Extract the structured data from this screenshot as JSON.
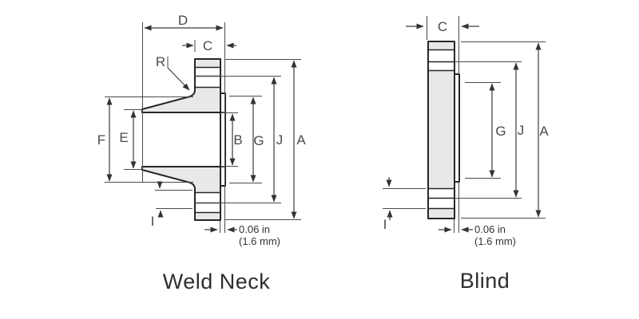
{
  "weld_neck": {
    "title": "Weld Neck",
    "dim_d": "D",
    "dim_c": "C",
    "dim_r": "R",
    "dim_f": "F",
    "dim_e": "E",
    "dim_b": "B",
    "dim_g": "G",
    "dim_j": "J",
    "dim_a": "A",
    "dim_i": "I",
    "rf_note_line1": "0.06 in",
    "rf_note_line2": "(1.6 mm)"
  },
  "blind": {
    "title": "Blind",
    "dim_c": "C",
    "dim_g": "G",
    "dim_j": "J",
    "dim_a": "A",
    "dim_i": "I",
    "rf_note_line1": "0.06 in",
    "rf_note_line2": "(1.6 mm)"
  },
  "colors": {
    "background": "#ffffff",
    "metal_fill": "#e8e8e8",
    "outline": "#262626",
    "dimension_line": "#3c3c3c",
    "label_text": "#4a4a4a",
    "title_text": "#2e2e2e"
  }
}
